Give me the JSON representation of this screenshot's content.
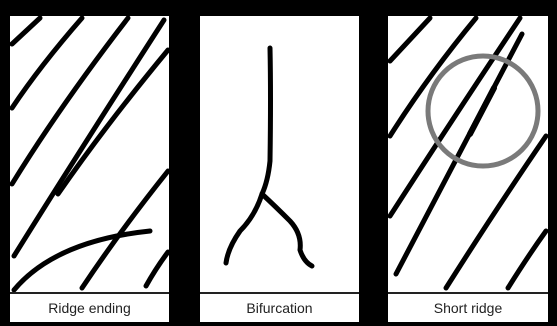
{
  "panels": [
    {
      "caption": "Ridge ending"
    },
    {
      "caption": "Bifurcation"
    },
    {
      "caption": "Short ridge"
    }
  ]
}
